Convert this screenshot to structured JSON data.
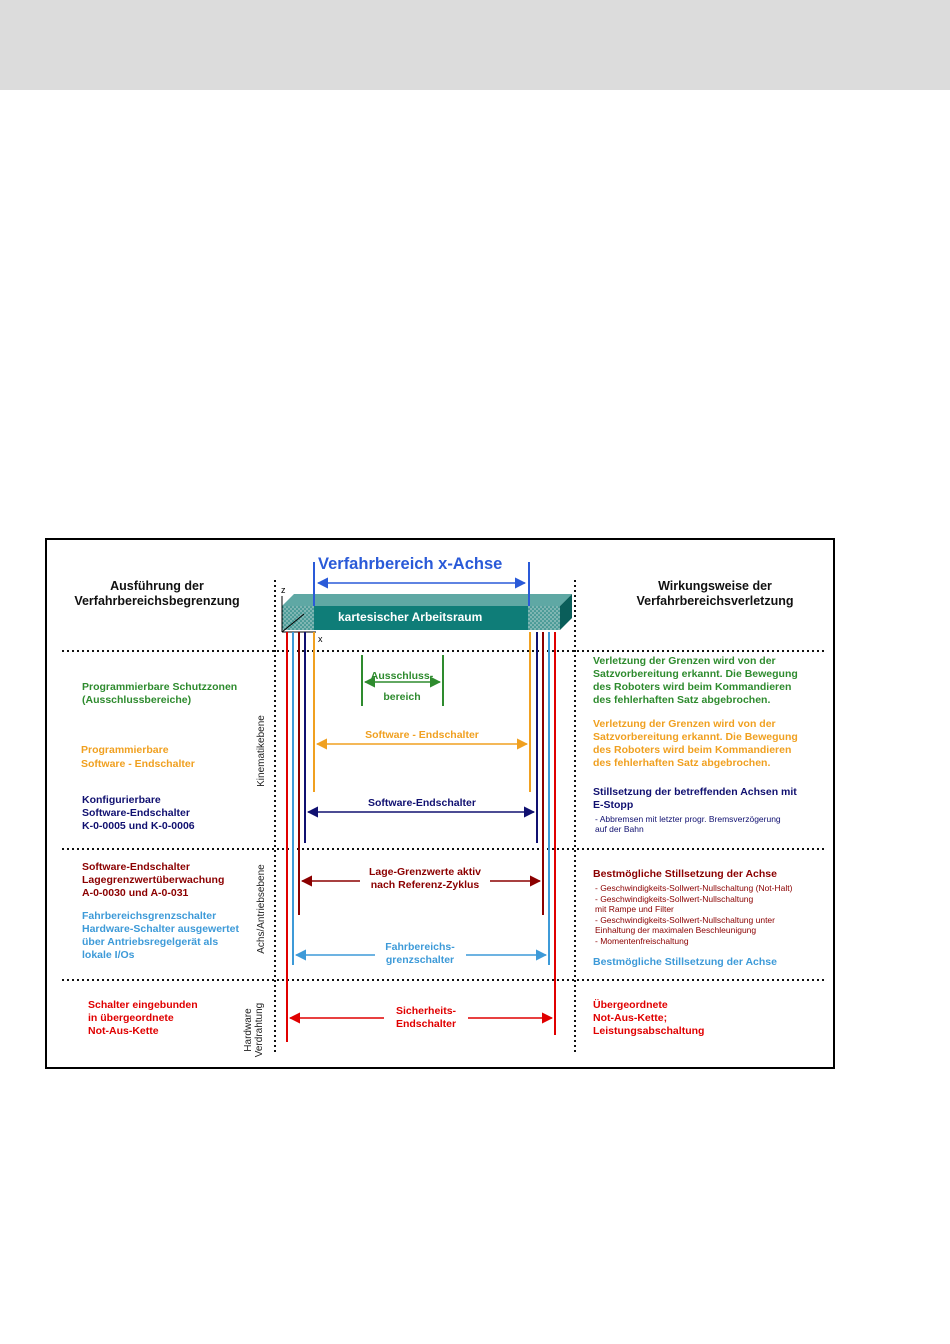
{
  "colors": {
    "green": "#2e8b2e",
    "orange": "#f0a020",
    "navy": "#101070",
    "darkred": "#8b0000",
    "lightblue": "#3d9ad8",
    "red": "#e00000",
    "blue": "#2a5ad8",
    "teal": "#0f7d78"
  },
  "header": {
    "title": "Verfahrbereich x-Achse",
    "left_heading": "Ausführung der\nVerfahrbereichsbegrenzung",
    "right_heading": "Wirkungsweise der\nVerfahrbereichsverletzung",
    "workspace_label": "kartesischer Arbeitsraum",
    "axis_z": "z",
    "axis_x": "x"
  },
  "levels": {
    "kinematics": "Kinematikebene",
    "axis_drive": "Achs/Antriebsebene",
    "hardware": "Hardware\nVerdrahtung"
  },
  "left": {
    "zones": "Programmierbare Schutzzonen\n(Ausschlussbereiche)",
    "prog_sw": "Programmierbare\nSoftware - Endschalter",
    "config_sw": "Konfigurierbare\nSoftware-Endschalter\nK-0-0005 und K-0-0006",
    "sw_limit": "Software-Endschalter\nLagegrenzwertüberwachung\nA-0-0030 und A-0-031",
    "hw_switch": "Fahrbereichsgrenzschalter\nHardware-Schalter ausgewertet\nüber Antriebsregelgerät als\nlokale I/Os",
    "estop_chain": "Schalter eingebunden\nin übergeordnete\nNot-Aus-Kette"
  },
  "center": {
    "exclusion": "Ausschluss-\nbereich",
    "sw_orange": "Software - Endschalter",
    "sw_navy": "Software-Endschalter",
    "position_limits": "Lage-Grenzwerte aktiv\nnach Referenz-Zyklus",
    "travel_switch": "Fahrbereichs-\ngrenzschalter",
    "safety_switch": "Sicherheits-\nEndschalter"
  },
  "right": {
    "green_text": "Verletzung der Grenzen wird von der\nSatzvorbereitung erkannt. Die Bewegung\ndes Roboters wird beim Kommandieren\ndes fehlerhaften Satz abgebrochen.",
    "orange_text": "Verletzung der Grenzen wird von der\nSatzvorbereitung erkannt. Die Bewegung\ndes Roboters wird beim Kommandieren\ndes fehlerhaften Satz abgebrochen.",
    "navy_title": "Stillsetzung der betreffenden Achsen mit\nE-Stopp",
    "navy_detail": "- Abbremsen mit letzter progr. Bremsverzögerung\n  auf der Bahn",
    "darkred_title": "Bestmögliche Stillsetzung der Achse",
    "darkred_items": "- Geschwindigkeits-Sollwert-Nullschaltung (Not-Halt)\n- Geschwindigkeits-Sollwert-Nullschaltung\n   mit Rampe und Filter\n- Geschwindigkeits-Sollwert-Nullschaltung unter\n  Einhaltung der maximalen Beschleunigung\n- Momentenfreischaltung",
    "blue_title": "Bestmögliche Stillsetzung der Achse",
    "red_title": "Übergeordnete\nNot-Aus-Kette;\nLeistungsabschaltung"
  }
}
